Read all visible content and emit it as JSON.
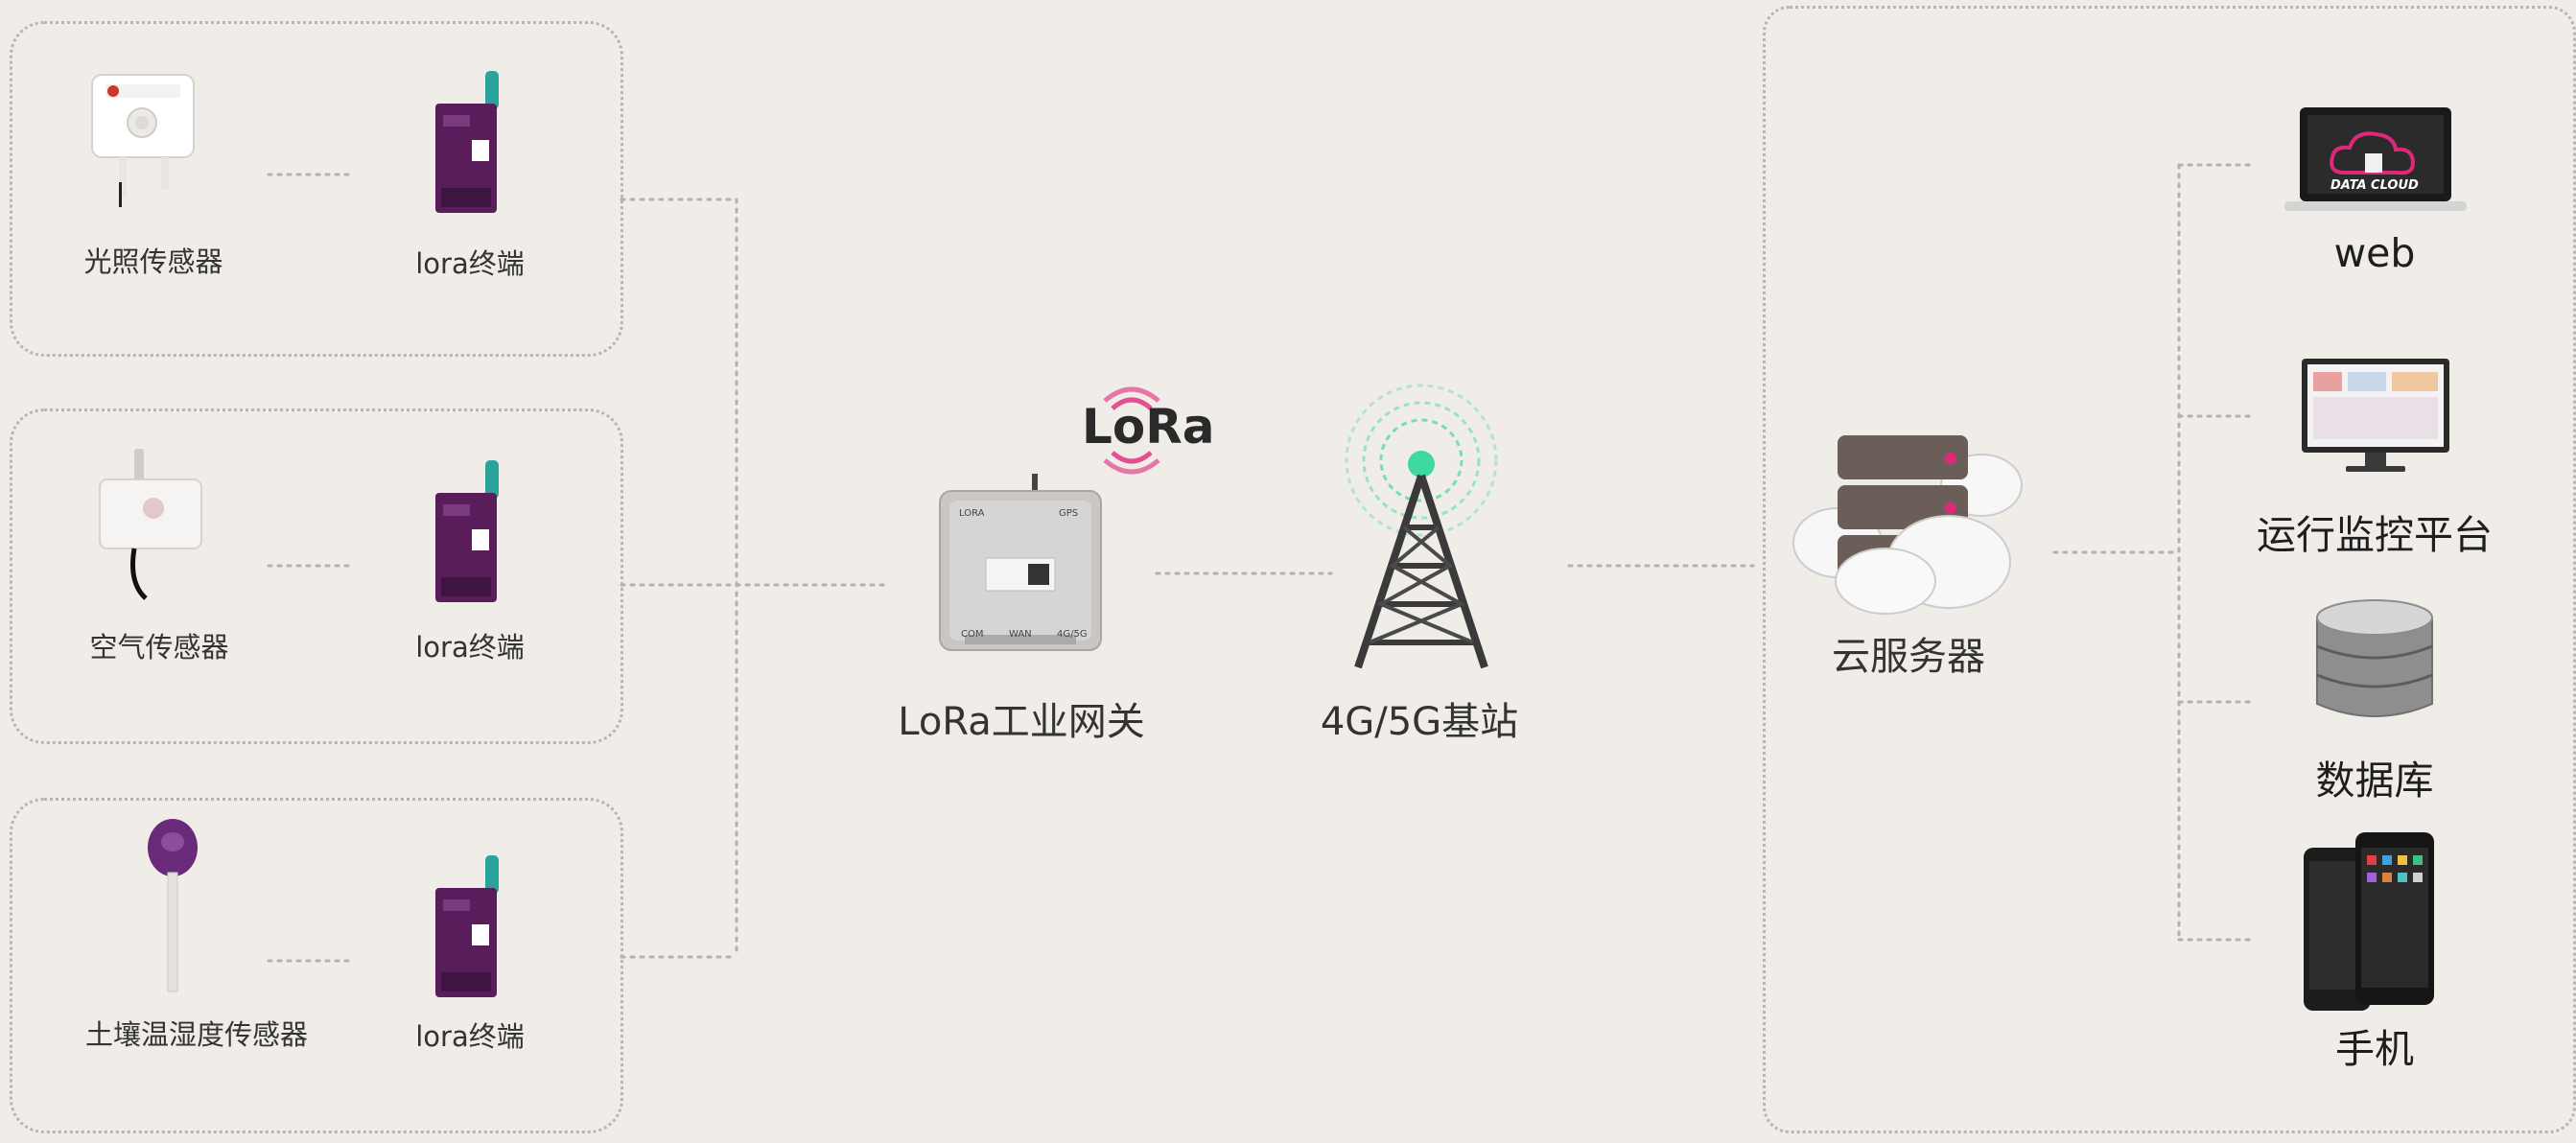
{
  "sensor_groups": [
    {
      "sensor_label": "光照传感器",
      "terminal_label": "lora终端"
    },
    {
      "sensor_label": "空气传感器",
      "terminal_label": "lora终端"
    },
    {
      "sensor_label": "土壤温湿度传感器",
      "terminal_label": "lora终端"
    }
  ],
  "gateway": {
    "label": "LoRa工业网关",
    "badge": "LoRa",
    "ports": [
      "LORA",
      "GPS",
      "COM",
      "WAN",
      "4G/5G"
    ]
  },
  "base_station": {
    "label": "4G/5G基站"
  },
  "cloud_server": {
    "label": "云服务器"
  },
  "clients": [
    {
      "label": "web",
      "screen_text": "DATA CLOUD"
    },
    {
      "label": "运行监控平台"
    },
    {
      "label": "数据库"
    },
    {
      "label": "手机"
    }
  ],
  "colors": {
    "background": "#f0ece8",
    "accent_pink": "#e0287a",
    "terminal_purple": "#5a1d5c",
    "antenna_teal": "#2aa39b",
    "tower_glow": "#3fd9a0"
  }
}
